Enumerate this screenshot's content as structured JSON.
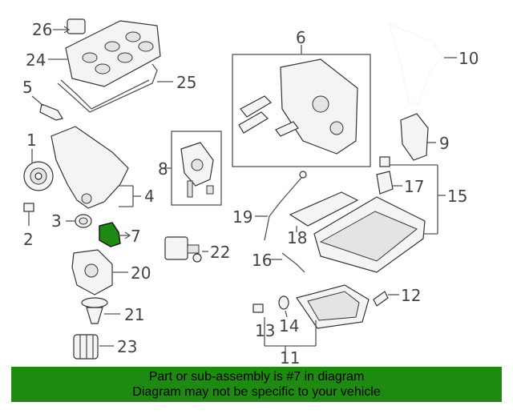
{
  "callouts": [
    "1",
    "2",
    "3",
    "4",
    "5",
    "6",
    "7",
    "8",
    "9",
    "10",
    "11",
    "12",
    "13",
    "14",
    "15",
    "16",
    "17",
    "18",
    "19",
    "20",
    "21",
    "22",
    "23",
    "24",
    "25",
    "26"
  ],
  "highlight_color": "#1f8a12",
  "highlighted_part": "7",
  "footer": {
    "line1": "Part or sub-assembly is #7 in diagram",
    "line2": "Diagram may not be specific to your vehicle"
  }
}
